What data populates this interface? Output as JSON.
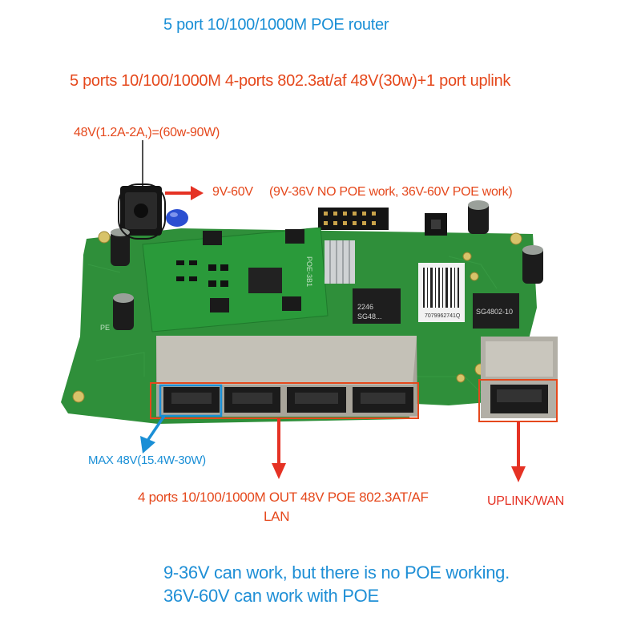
{
  "title": "5 port 10/100/1000M POE router",
  "subtitle": "5 ports 10/100/1000M 4-ports  802.3at/af 48V(30w)+1 port uplink",
  "power_input": "48V(1.2A-2A,)=(60w-90W)",
  "voltage_range": "9V-60V",
  "voltage_note": "(9V-36V NO  POE work, 36V-60V POE work)",
  "max_port_label": "MAX 48V(15.4W-30W)",
  "lan_label_line1": "4 ports 10/100/1000M OUT 48V POE 802.3AT/AF",
  "lan_label_line2": "LAN",
  "uplink_label": "UPLINK/WAN",
  "note_line1": "9-36V can work, but there is no POE working.",
  "note_line2": "36V-60V can work with POE",
  "pcb_markings": {
    "chip_1": "SG4802-10",
    "chip_2": "SG48...",
    "chip_2_code": "2246",
    "module_label": "POE-3B1",
    "barcode_label": "7079962741Q",
    "pe_label": "PE"
  },
  "colors": {
    "title_blue": "#1a8fd6",
    "label_orange": "#e5481c",
    "arrow_red": "#e53224",
    "port_highlight_blue": "#1a8fd6",
    "pcb_green": "#2f8f3a"
  },
  "icons": {
    "power_arrow": "arrow-right-icon",
    "lan_arrow": "arrow-down-icon",
    "uplink_arrow": "arrow-down-icon",
    "max_arrow": "arrow-down-left-icon"
  }
}
